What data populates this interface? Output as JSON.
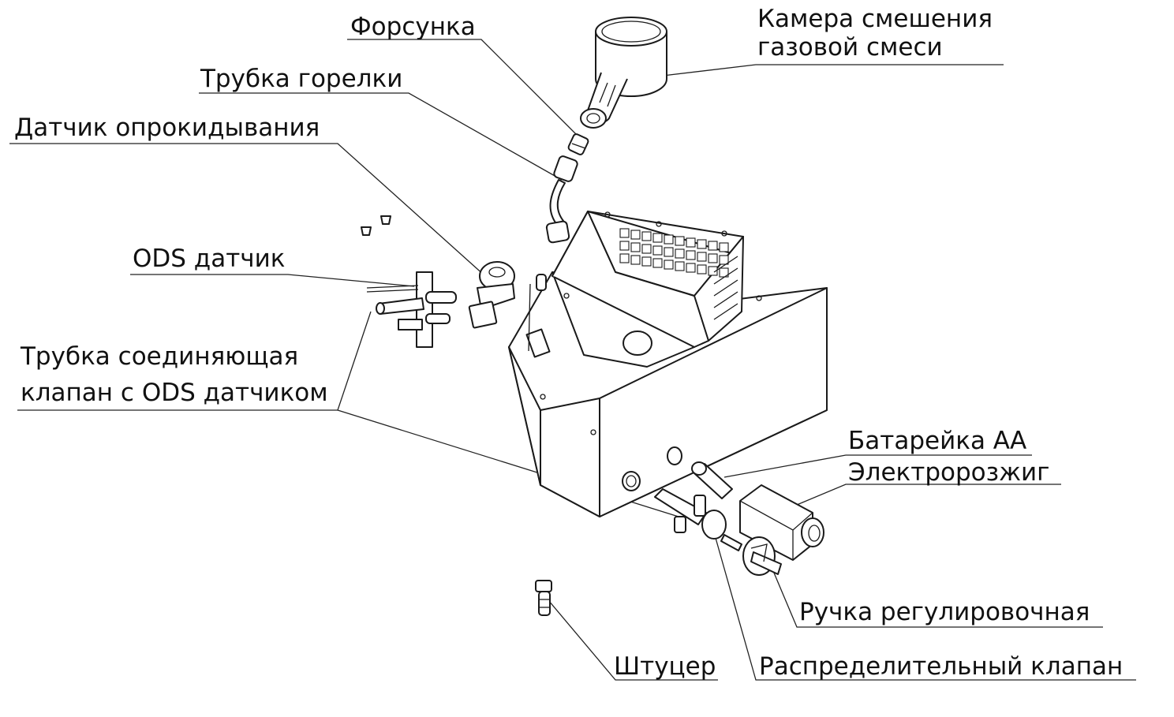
{
  "labels": {
    "nozzle": "Форсунка",
    "mixing_chamber_line1": "Камера смешения",
    "mixing_chamber_line2": "газовой смеси",
    "burner_tube": "Трубка горелки",
    "tilt_sensor": "Датчик опрокидывания",
    "ods_sensor": "ODS датчик",
    "connecting_tube_line1": "Трубка соединяющая",
    "connecting_tube_line2": "клапан с ODS датчиком",
    "battery": "Батарейка АА",
    "igniter": "Электророзжиг",
    "knob": "Ручка регулировочная",
    "fitting": "Штуцер",
    "distribution_valve": "Распределительный клапан"
  }
}
